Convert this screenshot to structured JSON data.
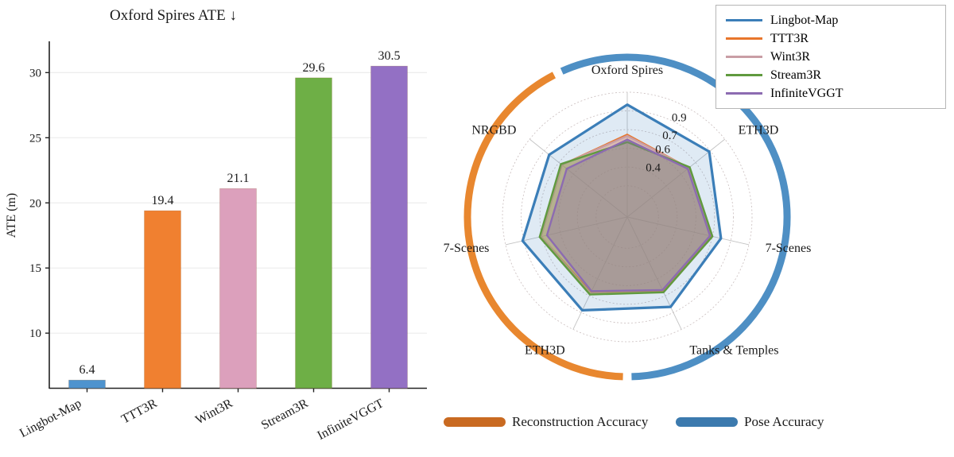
{
  "figure": {
    "background": "#ffffff"
  },
  "bar_chart": {
    "title": "Oxford Spires ATE ↓",
    "ylabel": "ATE (m)",
    "ytick_labels": [
      "10",
      "15",
      "20",
      "25",
      "30"
    ],
    "categories": [
      "Lingbot-Map",
      "TTT3R",
      "Wint3R",
      "Stream3R",
      "InfiniteVGGT"
    ],
    "values": [
      6.4,
      19.4,
      21.1,
      29.6,
      30.5
    ],
    "value_labels": [
      "6.4",
      "19.4",
      "21.1",
      "29.6",
      "30.5"
    ],
    "colors": [
      "#4E93CE",
      "#F08030",
      "#DCA0BC",
      "#6EAF46",
      "#9370C4"
    ]
  },
  "chart_data": [
    {
      "type": "bar",
      "title": "Oxford Spires ATE ↓",
      "xlabel": "",
      "ylabel": "ATE (m)",
      "categories": [
        "Lingbot-Map",
        "TTT3R",
        "Wint3R",
        "Stream3R",
        "InfiniteVGGT"
      ],
      "values": [
        6.4,
        19.4,
        21.1,
        29.6,
        30.5
      ],
      "ylim": [
        5.77,
        32.4
      ],
      "yticks": [
        10,
        15,
        20,
        25,
        30
      ],
      "grid": true,
      "legend": "none",
      "colors": [
        "#4E93CE",
        "#F08030",
        "#DCA0BC",
        "#6EAF46",
        "#9370C4"
      ]
    },
    {
      "type": "radar",
      "title": "",
      "axes": [
        "Oxford Spires",
        "ETH3D",
        "7-Scenes",
        "Tanks & Temples",
        "ETH3D",
        "7-Scenes",
        "NRGBD"
      ],
      "rtick_labels": [
        "0.9",
        "0.7",
        "0.6",
        "0.4"
      ],
      "rticks": [
        0.9,
        0.7,
        0.6,
        0.4
      ],
      "rlim": [
        0.0,
        1.0
      ],
      "grid": true,
      "legend": "upper right",
      "series": [
        {
          "name": "Lingbot-Map",
          "color": "#3B7EB8",
          "values": [
            0.9,
            0.84,
            0.77,
            0.8,
            0.83,
            0.86,
            0.8
          ]
        },
        {
          "name": "TTT3R",
          "color": "#E8762C",
          "values": [
            0.66,
            0.63,
            0.69,
            0.66,
            0.67,
            0.71,
            0.67
          ]
        },
        {
          "name": "Wint3R",
          "color": "#C99EA5",
          "values": [
            0.65,
            0.63,
            0.7,
            0.67,
            0.68,
            0.71,
            0.67
          ]
        },
        {
          "name": "Stream3R",
          "color": "#609A3F",
          "values": [
            0.6,
            0.64,
            0.7,
            0.67,
            0.69,
            0.72,
            0.68
          ]
        },
        {
          "name": "InfiniteVGGT",
          "color": "#8C6BB1",
          "values": [
            0.62,
            0.62,
            0.68,
            0.65,
            0.66,
            0.66,
            0.62
          ]
        }
      ],
      "arc_groups": [
        {
          "label": "Pose Accuracy",
          "color": "#4E8FC4",
          "axes": [
            "Oxford Spires",
            "ETH3D",
            "7-Scenes",
            "Tanks & Temples"
          ]
        },
        {
          "label": "Reconstruction Accuracy",
          "color": "#E8872F",
          "axes": [
            "ETH3D",
            "7-Scenes",
            "NRGBD"
          ]
        }
      ]
    }
  ],
  "radar_chart": {
    "axis_labels": [
      "Oxford Spires",
      "ETH3D",
      "7-Scenes",
      "Tanks & Temples",
      "ETH3D",
      "7-Scenes",
      "NRGBD"
    ],
    "tick_labels": [
      "0.9",
      "0.7",
      "0.6",
      "0.4"
    ]
  },
  "legend": {
    "items": [
      {
        "label": "Lingbot-Map",
        "color": "#3B7EB8"
      },
      {
        "label": "TTT3R",
        "color": "#E8762C"
      },
      {
        "label": "Wint3R",
        "color": "#C99EA5"
      },
      {
        "label": "Stream3R",
        "color": "#609A3F"
      },
      {
        "label": "InfiniteVGGT",
        "color": "#8C6BB1"
      }
    ]
  },
  "arc_legend": {
    "reconstruction": {
      "label": "Reconstruction Accuracy",
      "color": "#C96A21",
      "text_color": "#C96A21"
    },
    "pose": {
      "label": "Pose Accuracy",
      "color": "#3C7AAE",
      "text_color": "#3C7AAE"
    }
  }
}
